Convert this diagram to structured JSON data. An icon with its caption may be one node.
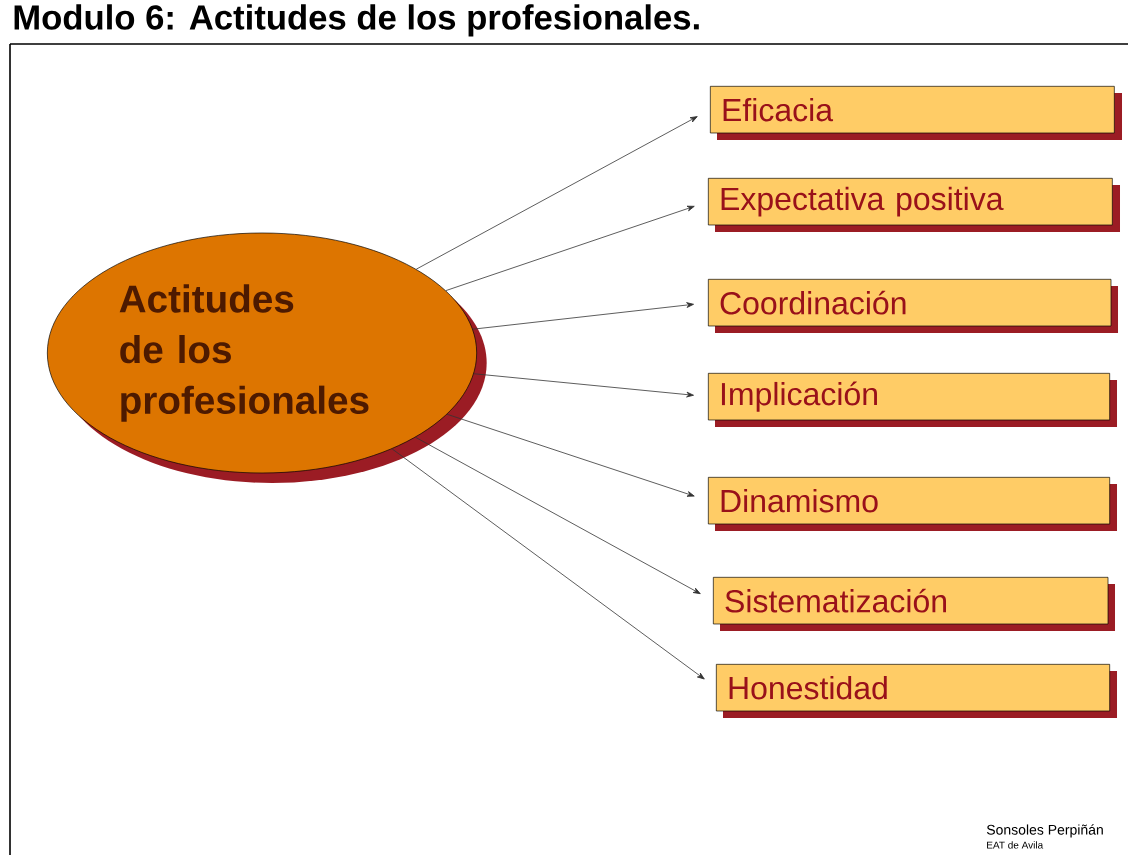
{
  "diagram": {
    "title": "Modulo 6: Actitudes de los profesionales.",
    "nodes": [
      {
        "text": [
          "Actitudes de los profesionales"
        ]
      },
      {
        "text": [
          "Eficacia"
        ]
      },
      {
        "text": [
          "Expectativa positiva"
        ]
      },
      {
        "text": [
          "Coordinación"
        ]
      },
      {
        "text": [
          "Implicación"
        ]
      },
      {
        "text": [
          "Dinamismo"
        ]
      },
      {
        "text": [
          "Sistematización"
        ]
      },
      {
        "text": [
          "Honestidad"
        ]
      }
    ],
    "edges": [
      {
        "from": 0,
        "to": 1,
        "arrow": "to"
      },
      {
        "from": 0,
        "to": 2,
        "arrow": "to"
      },
      {
        "from": 0,
        "to": 3,
        "arrow": "to"
      },
      {
        "from": 0,
        "to": 4,
        "arrow": "to"
      },
      {
        "from": 0,
        "to": 5,
        "arrow": "to"
      },
      {
        "from": 0,
        "to": 6,
        "arrow": "to"
      },
      {
        "from": 0,
        "to": 7,
        "arrow": "to"
      }
    ],
    "labels": [
      "Sonsoles Perpiñán",
      "EAT de Avila"
    ]
  }
}
